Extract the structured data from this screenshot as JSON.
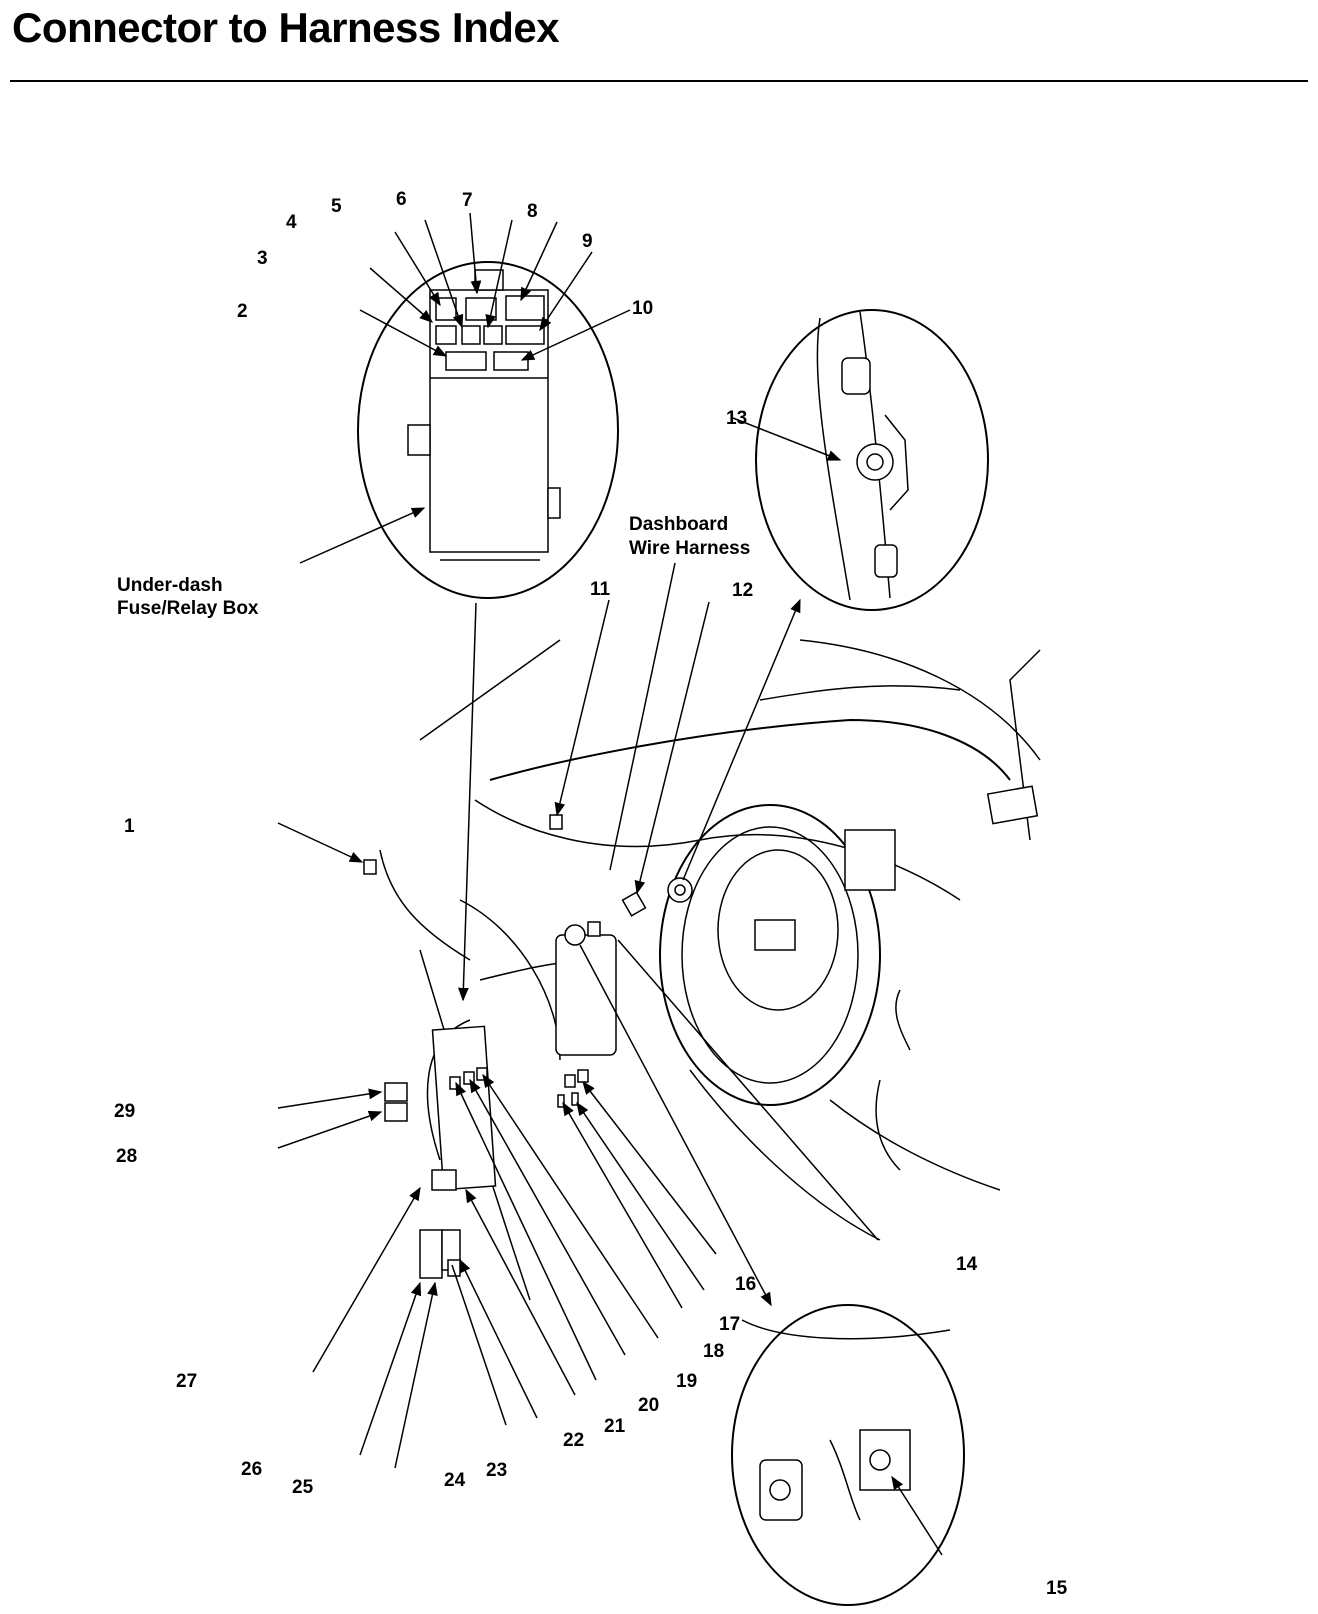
{
  "page": {
    "title": "Connector to Harness Index"
  },
  "captions": {
    "fuse_box_line1": "Under-dash",
    "fuse_box_line2": "Fuse/Relay Box",
    "harness_line1": "Dashboard",
    "harness_line2": "Wire Harness"
  },
  "callouts": [
    "1",
    "2",
    "3",
    "4",
    "5",
    "6",
    "7",
    "8",
    "9",
    "10",
    "11",
    "12",
    "13",
    "14",
    "15",
    "16",
    "17",
    "18",
    "19",
    "20",
    "21",
    "22",
    "23",
    "24",
    "25",
    "26",
    "27",
    "28",
    "29"
  ]
}
